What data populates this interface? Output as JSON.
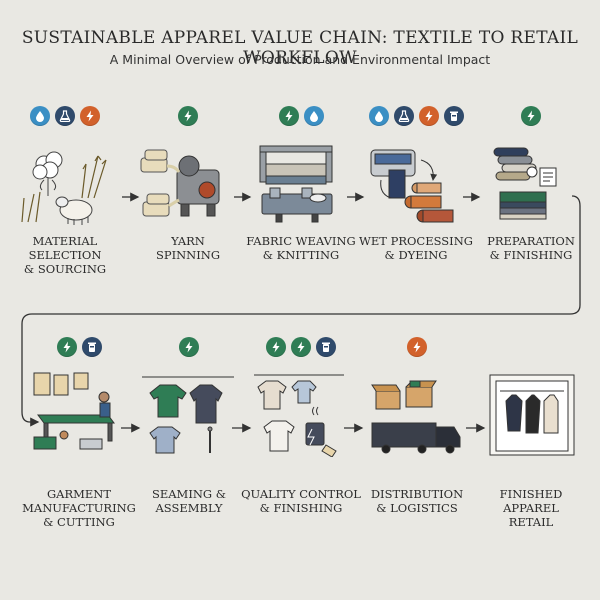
{
  "title": "SUSTAINABLE APPAREL VALUE CHAIN: TEXTILE TO RETAIL WORKFLOW",
  "subtitle": "A Minimal Overview of Production and Environmental Impact",
  "badge_colors": {
    "water": "#3b8fc4",
    "chemical": "#2f4a6b",
    "energy_orange": "#d2612b",
    "energy_green": "#2f7d55",
    "waste": "#2f4a6b"
  },
  "stages": [
    {
      "id": "material",
      "label_lines": [
        "MATERIAL SELECTION",
        "& SOURCING"
      ],
      "badges": [
        "water-drop-icon",
        "flask-icon",
        "energy-bolt-orange-icon"
      ]
    },
    {
      "id": "yarn",
      "label_lines": [
        "YARN",
        "SPINNING"
      ],
      "badges": [
        "energy-bolt-green-icon"
      ]
    },
    {
      "id": "fabric",
      "label_lines": [
        "FABRIC WEAVING",
        "& KNITTING"
      ],
      "badges": [
        "energy-bolt-green-icon",
        "water-drop-icon"
      ]
    },
    {
      "id": "wet",
      "label_lines": [
        "WET PROCESSING",
        "& DYEING"
      ],
      "badges": [
        "water-drop-icon",
        "flask-icon",
        "energy-bolt-orange-icon",
        "waste-bin-icon"
      ]
    },
    {
      "id": "prep",
      "label_lines": [
        "PREPARATION",
        "& FINISHING"
      ],
      "badges": [
        "energy-bolt-green-icon"
      ]
    },
    {
      "id": "garment",
      "label_lines": [
        "GARMENT",
        "MANUFACTURING",
        "& CUTTING"
      ],
      "badges": [
        "energy-bolt-green-icon",
        "waste-bin-icon"
      ]
    },
    {
      "id": "seaming",
      "label_lines": [
        "SEAMING &",
        "ASSEMBLY"
      ],
      "badges": [
        "energy-bolt-green-icon"
      ]
    },
    {
      "id": "quality",
      "label_lines": [
        "QUALITY CONTROL",
        "& FINISHING"
      ],
      "badges": [
        "energy-bolt-green-icon",
        "energy-bolt-green-icon",
        "waste-bin-icon"
      ]
    },
    {
      "id": "distribution",
      "label_lines": [
        "DISTRIBUTION",
        "& LOGISTICS"
      ],
      "badges": [
        "energy-bolt-orange-icon"
      ]
    },
    {
      "id": "retail",
      "label_lines": [
        "FINISHED",
        "APPAREL",
        "RETAIL"
      ],
      "badges": []
    }
  ]
}
